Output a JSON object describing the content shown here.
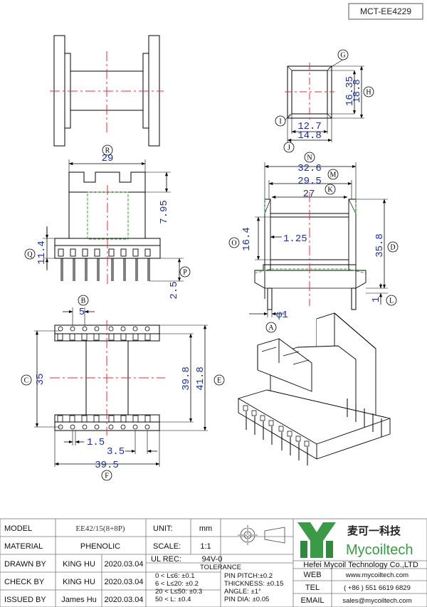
{
  "part_code": "MCT-EE4229",
  "dimensions": {
    "G": "G",
    "H": "H",
    "I": "I",
    "J": "J",
    "h_16_35": "16.35",
    "h_18_8": "18.8",
    "w_12_7": "12.7",
    "w_14_8": "14.8",
    "R": "R",
    "w_29": "29",
    "h_7_95": "7.95",
    "Q": "Q",
    "h_11_4": "11.4",
    "P": "P",
    "h_2_5": "2.5",
    "N": "N",
    "w_32_6": "32.6",
    "M": "M",
    "w_29_5": "29.5",
    "K": "K",
    "w_27": "27",
    "O": "O",
    "h_16_4": "16.4",
    "w_1_25": "1.25",
    "D": "D",
    "h_35_8": "35.8",
    "L": "L",
    "h_1": "1",
    "A": "A",
    "d_1": "φ1",
    "B": "B",
    "w_5": "5",
    "C": "C",
    "h_35": "35",
    "h_39_8": "39.8",
    "E": "E",
    "h_41_8": "41.8",
    "w_1_5": "1.5",
    "w_3_5": "3.5",
    "w_39_5": "39.5",
    "F": "F"
  },
  "title_block": {
    "model_label": "MODEL",
    "model_value": "EE42/15(8+8P)",
    "material_label": "MATERIAL",
    "material_value": "PHENOLIC",
    "drawn_label": "DRAWN BY",
    "drawn_name": "KING HU",
    "drawn_date": "2020.03.04",
    "check_label": "CHECK BY",
    "check_name": "KING HU",
    "check_date": "2020.03.04",
    "issued_label": "ISSUED BY",
    "issued_name": "James Hu",
    "issued_date": "2020.03.04",
    "unit_label": "UNIT:",
    "unit_value": "mm",
    "scale_label": "SCALE:",
    "scale_value": "1:1",
    "ul_label": "UL REC:",
    "ul_value": "94V-0",
    "tolerance_label": "TOLERANCE",
    "tol_1": "0 < L≤6: ±0.1",
    "tol_2": "6 < L≤20: ±0.2",
    "tol_3": "20 < L≤50: ±0.3",
    "tol_4": "50 < L: ±0.4",
    "tol_pin_pitch": "PIN PITCH:±0.2",
    "tol_thickness": "THICKNESS: ±0.15",
    "tol_angle": "ANGLE: ±1°",
    "tol_pin_dia": "PIN DIA: ±0.05",
    "company_chinese": "麦可一科技",
    "company_brand": "Mycoiltech",
    "company_name": "Hefei Mycoil Technology Co.,LTD",
    "web_label": "WEB",
    "web_value": "www.mycoiltech.com",
    "tel_label": "TEL",
    "tel_value": "( +86 ) 551 6619 6829",
    "email_label": "EMAIL",
    "email_value": "sales@mycoiltech.com"
  },
  "colors": {
    "dimension": "#1a2fb0",
    "centerline": "#e0303a",
    "hidden_line": "#2eaa3a",
    "brand_green": "#3a9a46"
  }
}
